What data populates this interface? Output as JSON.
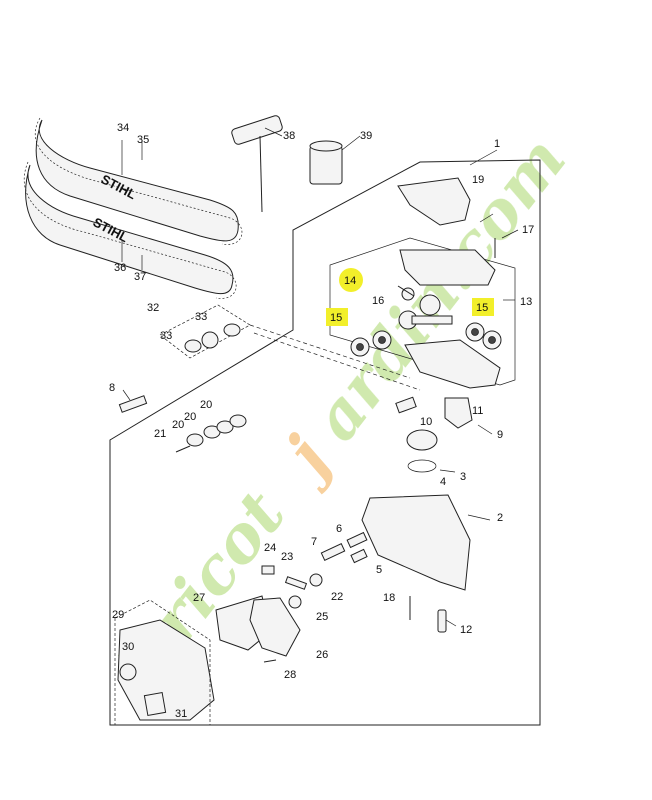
{
  "brand": "STIHL",
  "watermark": {
    "text_green": "Bricot",
    "text_orange": "j",
    "text_tail": "ardin.com",
    "color_green": "#c8e6a0",
    "color_orange": "#f7c98d",
    "color_gray": "#d8d4c8"
  },
  "highlight_color": "#f2ef2a",
  "callouts": {
    "c1": "1",
    "c2": "2",
    "c3": "3",
    "c4": "4",
    "c5": "5",
    "c6": "6",
    "c7": "7",
    "c8": "8",
    "c9": "9",
    "c10": "10",
    "c11": "11",
    "c12": "12",
    "c13": "13",
    "c14": "14",
    "c15a": "15",
    "c15b": "15",
    "c16": "16",
    "c17": "17",
    "c18": "18",
    "c19": "19",
    "c20a": "20",
    "c20b": "20",
    "c20c": "20",
    "c21": "21",
    "c22": "22",
    "c23": "23",
    "c24": "24",
    "c25": "25",
    "c26": "26",
    "c27": "27",
    "c28": "28",
    "c29": "29",
    "c30": "30",
    "c31": "31",
    "c32": "32",
    "c33a": "33",
    "c33b": "33",
    "c34": "34",
    "c35": "35",
    "c36": "36",
    "c37": "37",
    "c38": "38",
    "c39": "39"
  }
}
